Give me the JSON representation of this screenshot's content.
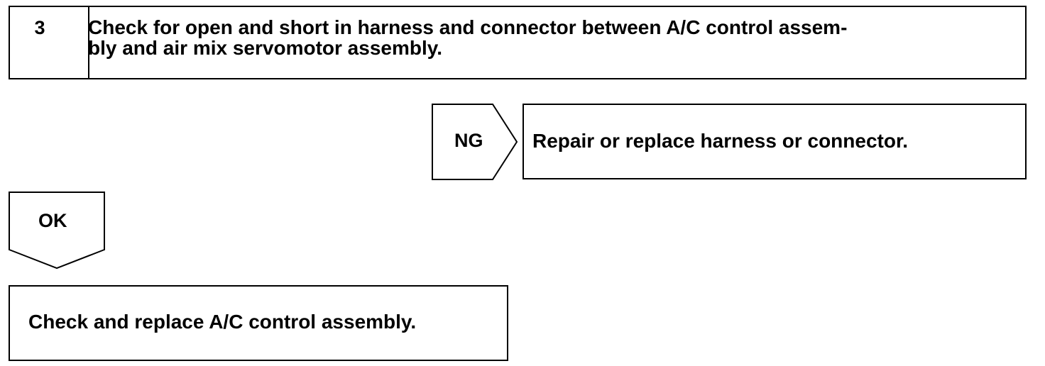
{
  "step": {
    "number": "3",
    "line1": "Check for open and short in harness and connector between A/C control assem-",
    "line2": "bly and air mix servomotor assembly."
  },
  "ng_branch": {
    "tag": "NG",
    "result": "Repair or replace harness or connector."
  },
  "ok_branch": {
    "tag": "OK",
    "next": "Check and replace A/C control assembly."
  }
}
